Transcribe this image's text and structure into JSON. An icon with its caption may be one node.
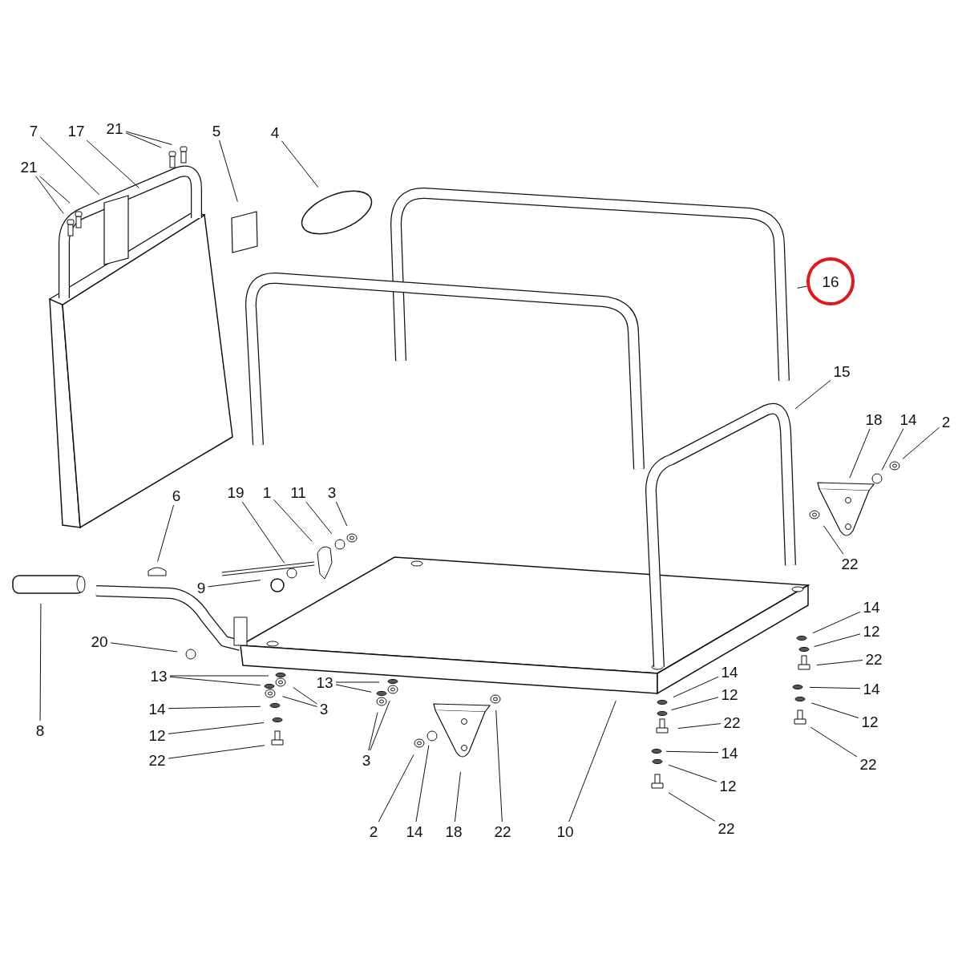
{
  "diagram": {
    "nodes": [
      {
        "text": [
          "7"
        ]
      },
      {
        "text": [
          "17"
        ]
      },
      {
        "text": [
          "21"
        ]
      },
      {
        "text": [
          "5"
        ]
      },
      {
        "text": [
          "4"
        ]
      },
      {
        "text": [
          "21"
        ]
      },
      {
        "text": [
          "16"
        ]
      },
      {
        "text": [
          "15"
        ]
      },
      {
        "text": [
          "18"
        ]
      },
      {
        "text": [
          "14"
        ]
      },
      {
        "text": [
          "2"
        ]
      },
      {
        "text": [
          "19"
        ]
      },
      {
        "text": [
          "1"
        ]
      },
      {
        "text": [
          "11"
        ]
      },
      {
        "text": [
          "3"
        ]
      },
      {
        "text": [
          "6"
        ]
      },
      {
        "text": [
          "22"
        ]
      },
      {
        "text": [
          "9"
        ]
      },
      {
        "text": [
          "14"
        ]
      },
      {
        "text": [
          "12"
        ]
      },
      {
        "text": [
          "20"
        ]
      },
      {
        "text": [
          "22"
        ]
      },
      {
        "text": [
          "14"
        ]
      },
      {
        "text": [
          "13"
        ]
      },
      {
        "text": [
          "13"
        ]
      },
      {
        "text": [
          "14"
        ]
      },
      {
        "text": [
          "12"
        ]
      },
      {
        "text": [
          "3"
        ]
      },
      {
        "text": [
          "14"
        ]
      },
      {
        "text": [
          "22"
        ]
      },
      {
        "text": [
          "12"
        ]
      },
      {
        "text": [
          "8"
        ]
      },
      {
        "text": [
          "12"
        ]
      },
      {
        "text": [
          "14"
        ]
      },
      {
        "text": [
          "3"
        ]
      },
      {
        "text": [
          "22"
        ]
      },
      {
        "text": [
          "22"
        ]
      },
      {
        "text": [
          "12"
        ]
      },
      {
        "text": [
          "22"
        ]
      },
      {
        "text": [
          "2"
        ]
      },
      {
        "text": [
          "14"
        ]
      },
      {
        "text": [
          "18"
        ]
      },
      {
        "text": [
          "22"
        ]
      },
      {
        "text": [
          "10"
        ]
      }
    ],
    "edges": [
      {
        "from": 0,
        "to": null,
        "arrow": "none"
      },
      {
        "from": 1,
        "to": null,
        "arrow": "none"
      },
      {
        "from": 2,
        "to": null,
        "arrow": "none"
      },
      {
        "from": 2,
        "to": null,
        "arrow": "none"
      },
      {
        "from": 3,
        "to": null,
        "arrow": "none"
      },
      {
        "from": 4,
        "to": null,
        "arrow": "none"
      },
      {
        "from": 5,
        "to": null,
        "arrow": "none"
      },
      {
        "from": 5,
        "to": null,
        "arrow": "none"
      },
      {
        "from": 6,
        "to": null,
        "arrow": "none"
      },
      {
        "from": 7,
        "to": null,
        "arrow": "none"
      },
      {
        "from": 8,
        "to": null,
        "arrow": "none"
      },
      {
        "from": 9,
        "to": null,
        "arrow": "none"
      },
      {
        "from": 10,
        "to": null,
        "arrow": "none"
      },
      {
        "from": 11,
        "to": null,
        "arrow": "none"
      },
      {
        "from": 12,
        "to": null,
        "arrow": "none"
      },
      {
        "from": 13,
        "to": null,
        "arrow": "none"
      },
      {
        "from": 14,
        "to": null,
        "arrow": "none"
      },
      {
        "from": 15,
        "to": null,
        "arrow": "none"
      },
      {
        "from": 16,
        "to": null,
        "arrow": "none"
      },
      {
        "from": 17,
        "to": null,
        "arrow": "none"
      },
      {
        "from": 18,
        "to": null,
        "arrow": "none"
      },
      {
        "from": 19,
        "to": null,
        "arrow": "none"
      },
      {
        "from": 20,
        "to": null,
        "arrow": "none"
      },
      {
        "from": 21,
        "to": null,
        "arrow": "none"
      },
      {
        "from": 22,
        "to": null,
        "arrow": "none"
      },
      {
        "from": 23,
        "to": null,
        "arrow": "none"
      },
      {
        "from": 23,
        "to": null,
        "arrow": "none"
      },
      {
        "from": 24,
        "to": null,
        "arrow": "none"
      },
      {
        "from": 24,
        "to": null,
        "arrow": "none"
      },
      {
        "from": 25,
        "to": null,
        "arrow": "none"
      },
      {
        "from": 26,
        "to": null,
        "arrow": "none"
      },
      {
        "from": 27,
        "to": null,
        "arrow": "none"
      },
      {
        "from": 27,
        "to": null,
        "arrow": "none"
      },
      {
        "from": 28,
        "to": null,
        "arrow": "none"
      },
      {
        "from": 29,
        "to": null,
        "arrow": "none"
      },
      {
        "from": 30,
        "to": null,
        "arrow": "none"
      },
      {
        "from": 31,
        "to": null,
        "arrow": "none"
      },
      {
        "from": 32,
        "to": null,
        "arrow": "none"
      },
      {
        "from": 33,
        "to": null,
        "arrow": "none"
      },
      {
        "from": 34,
        "to": null,
        "arrow": "none"
      },
      {
        "from": 34,
        "to": null,
        "arrow": "none"
      },
      {
        "from": 35,
        "to": null,
        "arrow": "none"
      },
      {
        "from": 36,
        "to": null,
        "arrow": "none"
      },
      {
        "from": 37,
        "to": null,
        "arrow": "none"
      },
      {
        "from": 38,
        "to": null,
        "arrow": "none"
      },
      {
        "from": 39,
        "to": null,
        "arrow": "none"
      },
      {
        "from": 40,
        "to": null,
        "arrow": "none"
      },
      {
        "from": 41,
        "to": null,
        "arrow": "none"
      },
      {
        "from": 42,
        "to": null,
        "arrow": "none"
      },
      {
        "from": 43,
        "to": null,
        "arrow": "none"
      }
    ]
  }
}
